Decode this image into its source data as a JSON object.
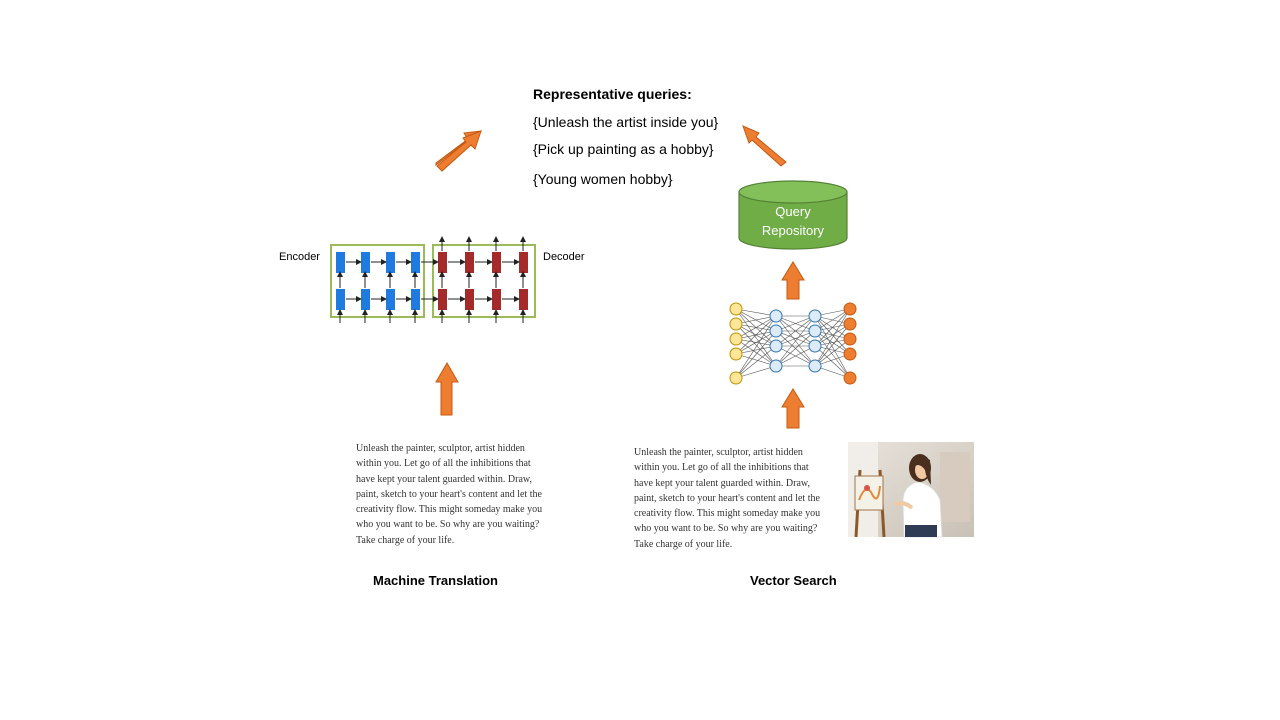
{
  "queries": {
    "heading": "Representative queries:",
    "items": [
      "{Unleash the artist inside you}",
      "{Pick up painting as a hobby}",
      "{Young women hobby}"
    ]
  },
  "encoder_label": "Encoder",
  "decoder_label": "Decoder",
  "repository": {
    "line1": "Query",
    "line2": "Repository"
  },
  "left_text": "Unleash the painter, sculptor, artist hidden\nwithin you. Let go of all the inhibitions that\nhave kept your talent guarded within. Draw,\npaint, sketch to your heart's content and let the\ncreativity flow. This might someday make you\nwho you want to be. So why are you waiting?\nTake charge of your life.",
  "right_text": "Unleash the painter, sculptor, artist hidden\nwithin you. Let go of all the inhibitions that\nhave kept your talent guarded within. Draw,\npaint, sketch to your heart's content and let the\ncreativity flow. This might someday make you\nwho you want to be. So why are you waiting?\nTake charge of your life.",
  "captions": {
    "left": "Machine Translation",
    "right": "Vector Search"
  },
  "colors": {
    "arrow": "#ED7D31",
    "encoder_cell": "#1F7BE0",
    "decoder_cell": "#A52A2A",
    "frame": "#9BBB59",
    "repository": "#70AD47",
    "input_node": "#FFE699",
    "hidden_node": "#DDEBF7",
    "output_node": "#ED7D31"
  },
  "icons": [
    "arrow-up-right-icon",
    "arrow-up-left-icon",
    "arrow-up-icon",
    "database-icon",
    "neural-network-icon",
    "woman-painting-photo"
  ]
}
